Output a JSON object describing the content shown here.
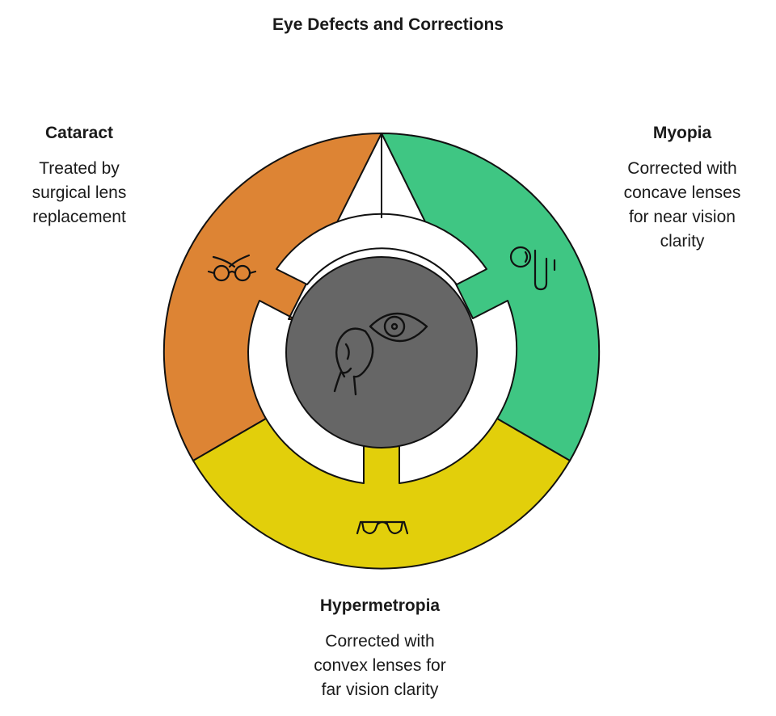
{
  "title": "Eye Defects and Corrections",
  "segments": [
    {
      "id": "cataract",
      "heading": "Cataract",
      "description": [
        "Treated by",
        "surgical lens",
        "replacement"
      ],
      "color": "#DD8434",
      "icon": "glasses-icon"
    },
    {
      "id": "myopia",
      "heading": "Myopia",
      "description": [
        "Corrected with",
        "concave lenses",
        "for near vision",
        "clarity"
      ],
      "color": "#3FC683",
      "icon": "contact-lens-icon"
    },
    {
      "id": "hypermetropia",
      "heading": "Hypermetropia",
      "description": [
        "Corrected with",
        "convex lenses for",
        "far vision clarity"
      ],
      "color": "#E2CF0B",
      "icon": "sunglasses-icon"
    }
  ],
  "center": {
    "color": "#666666",
    "icon": "eye-with-contact-lens-icon"
  }
}
